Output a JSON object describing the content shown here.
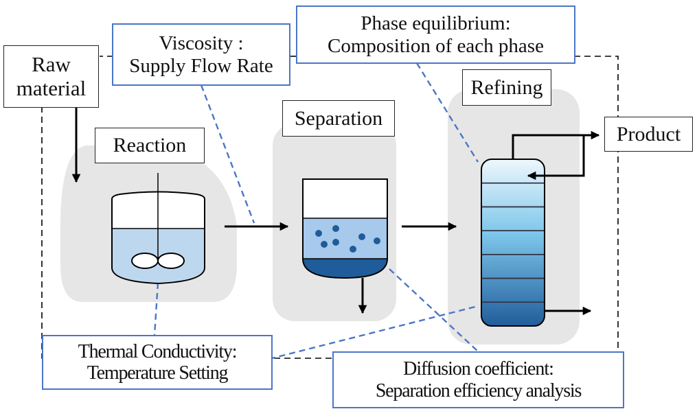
{
  "diagram": {
    "title": "Chemical process flow with physical property parameters",
    "colors": {
      "stage_bg": "#e6e6e6",
      "flow_arrow": "#000000",
      "boundary_dashed": "#000000",
      "annotation_border": "#4a76c6",
      "annotation_leader": "#4a76c6",
      "liquid_light": "#bdd7ee",
      "liquid_mid": "#9dc3e6",
      "liquid_dark": "#1f5c99",
      "particles": "#2563a6",
      "column_top": "#eaf5fc",
      "column_bottom": "#1f5c99"
    },
    "inputs": {
      "raw_material": [
        "Raw",
        "material"
      ]
    },
    "outputs": {
      "product": "Product"
    },
    "stages": [
      {
        "id": "reaction",
        "label": "Reaction",
        "equipment": "stirred-tank-reactor"
      },
      {
        "id": "separation",
        "label": "Separation",
        "equipment": "settling-vessel"
      },
      {
        "id": "refining",
        "label": "Refining",
        "equipment": "distillation-column"
      }
    ],
    "column_trays": 7,
    "annotations": {
      "viscosity": [
        "Viscosity :",
        "Supply Flow Rate"
      ],
      "phase_equilibrium": [
        "Phase equilibrium:",
        "Composition of each phase"
      ],
      "thermal_conductivity": [
        "Thermal Conductivity:",
        "Temperature Setting"
      ],
      "diffusion_coefficient": [
        "Diffusion coefficient:",
        "Separation efficiency analysis"
      ]
    },
    "annotation_targets": {
      "viscosity": "reaction-to-separation-flow",
      "phase_equilibrium": "refining-column",
      "thermal_conductivity": [
        "reaction-vessel",
        "refining-column"
      ],
      "diffusion_coefficient": "separation-vessel"
    }
  }
}
